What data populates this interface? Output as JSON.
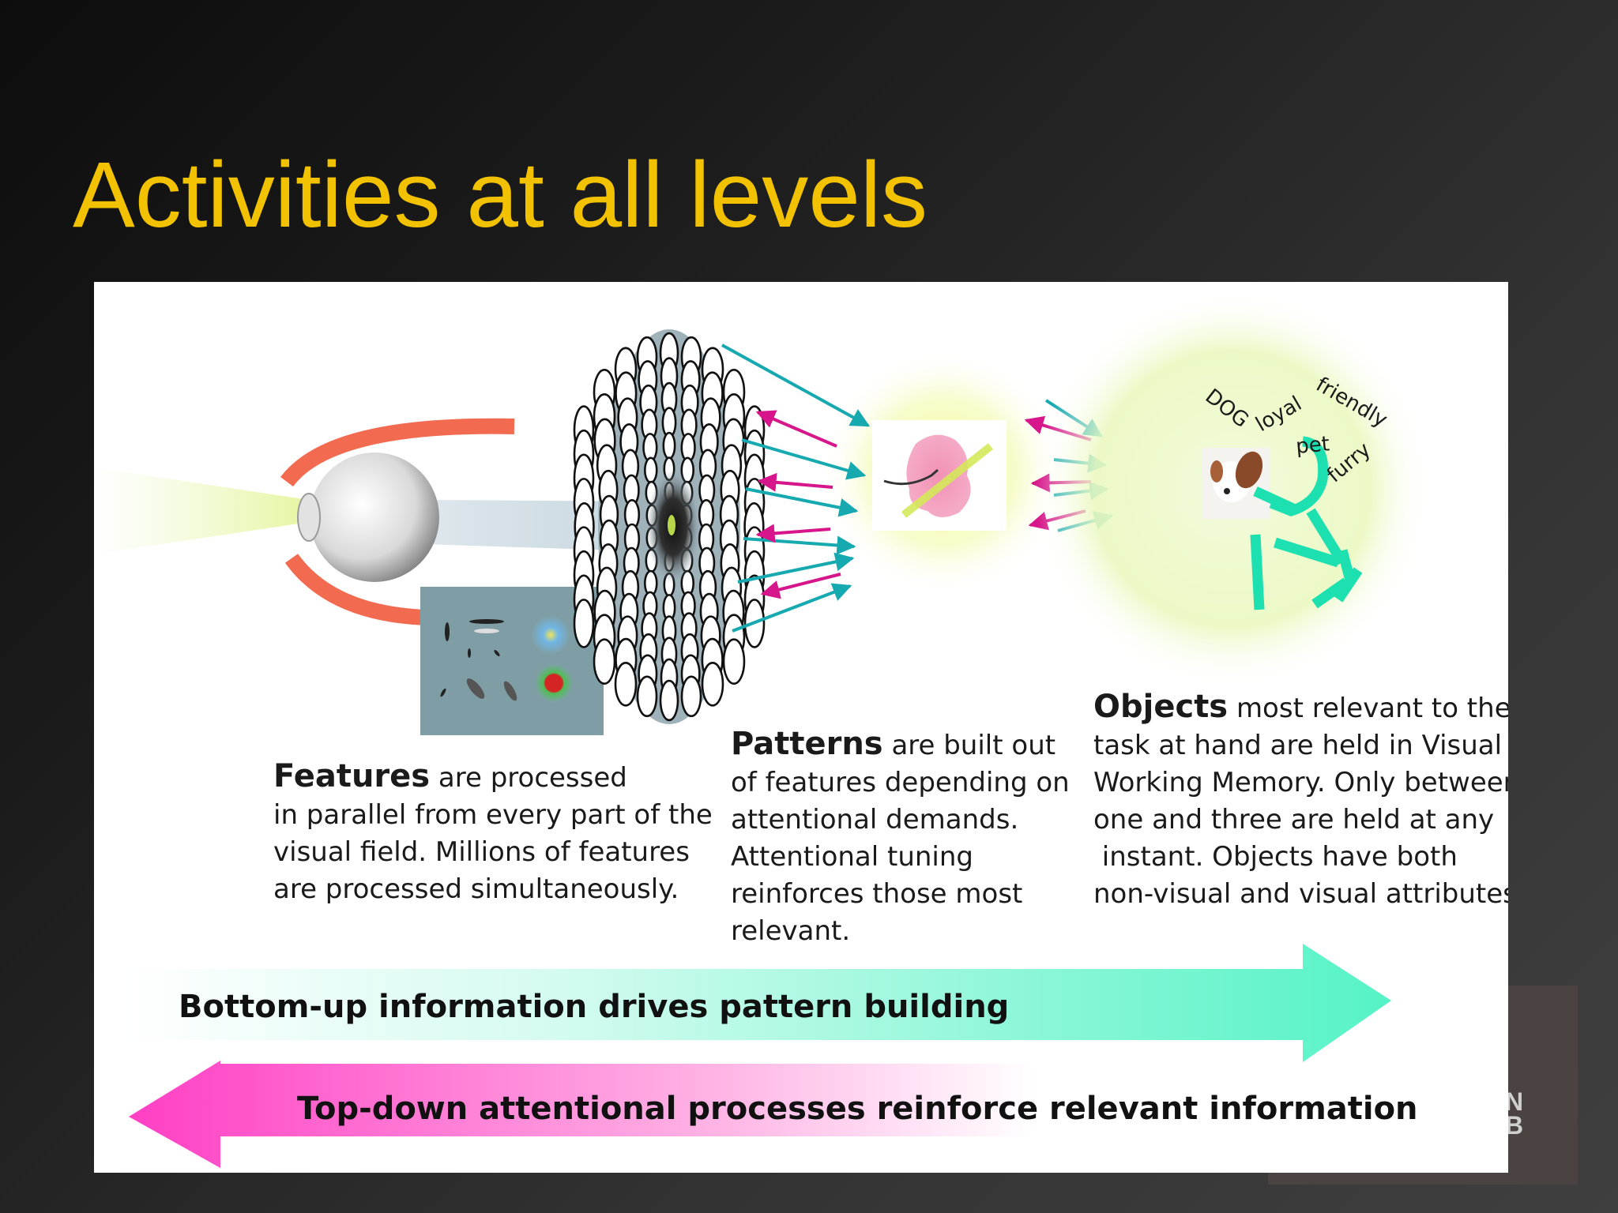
{
  "title": "Activities at all levels",
  "logo_text": [
    "N",
    "B"
  ],
  "word_cloud": [
    "DOG",
    "loyal",
    "friendly",
    "pet",
    "furry"
  ],
  "captions": {
    "features": {
      "heading": "Features",
      "lines": [
        "are processed",
        "in parallel from every part of the",
        "visual field.  Millions of features",
        "are processed simultaneously."
      ]
    },
    "patterns": {
      "heading": "Patterns",
      "lines": [
        "are built out",
        "of features depending on",
        "attentional demands.",
        "Attentional tuning",
        "reinforces those most",
        "relevant."
      ]
    },
    "objects": {
      "heading": "Objects",
      "lines": [
        "most relevant to the",
        "task at hand are held in Visual",
        "Working Memory.  Only between",
        "one and three are held at any",
        " instant. Objects have both",
        "non-visual and visual attributes."
      ]
    }
  },
  "arrows": {
    "bottom_up": "Bottom-up information drives pattern building",
    "top_down": "Top-down attentional processes reinforce relevant information"
  },
  "colors": {
    "title": "#f2c200",
    "bottom_up_arrow": "#5ff5c8",
    "top_down_arrow": "#ff3fc4",
    "teal_arrows": "#17a9b0",
    "magenta_arrows": "#d6168a",
    "eye_arc": "#f26b50",
    "dog_figure": "#1de0b0"
  }
}
